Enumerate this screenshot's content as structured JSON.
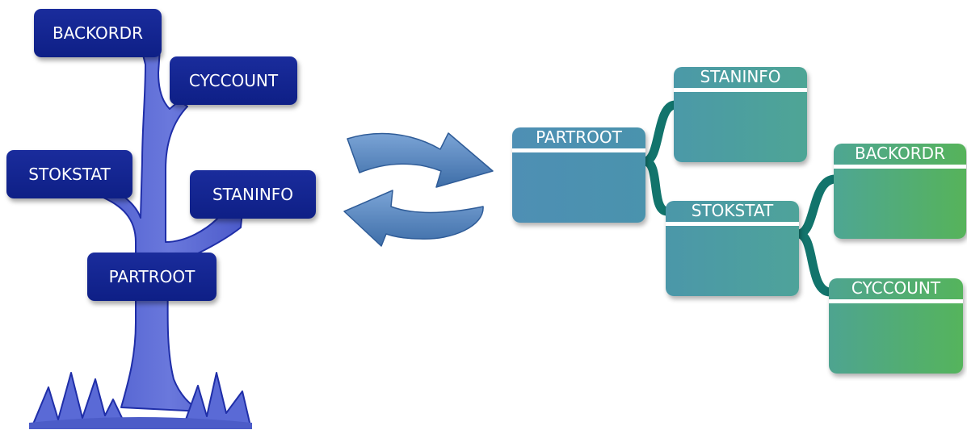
{
  "tree_labels": {
    "backordr": "BACKORDR",
    "cyccount": "CYCCOUNT",
    "stokstat": "STOKSTAT",
    "staninfo": "STANINFO",
    "partroot": "PARTROOT"
  },
  "box_labels": {
    "partroot": "PARTROOT",
    "staninfo": "STANINFO",
    "stokstat": "STOKSTAT",
    "backordr": "BACKORDR",
    "cyccount": "CYCCOUNT"
  },
  "colors": {
    "tree": "#5a6ad6",
    "tree_outline": "#1f2ea8",
    "tree_label": "#13238f",
    "arrow": "#4e7fb8",
    "connector": "#12746c"
  }
}
